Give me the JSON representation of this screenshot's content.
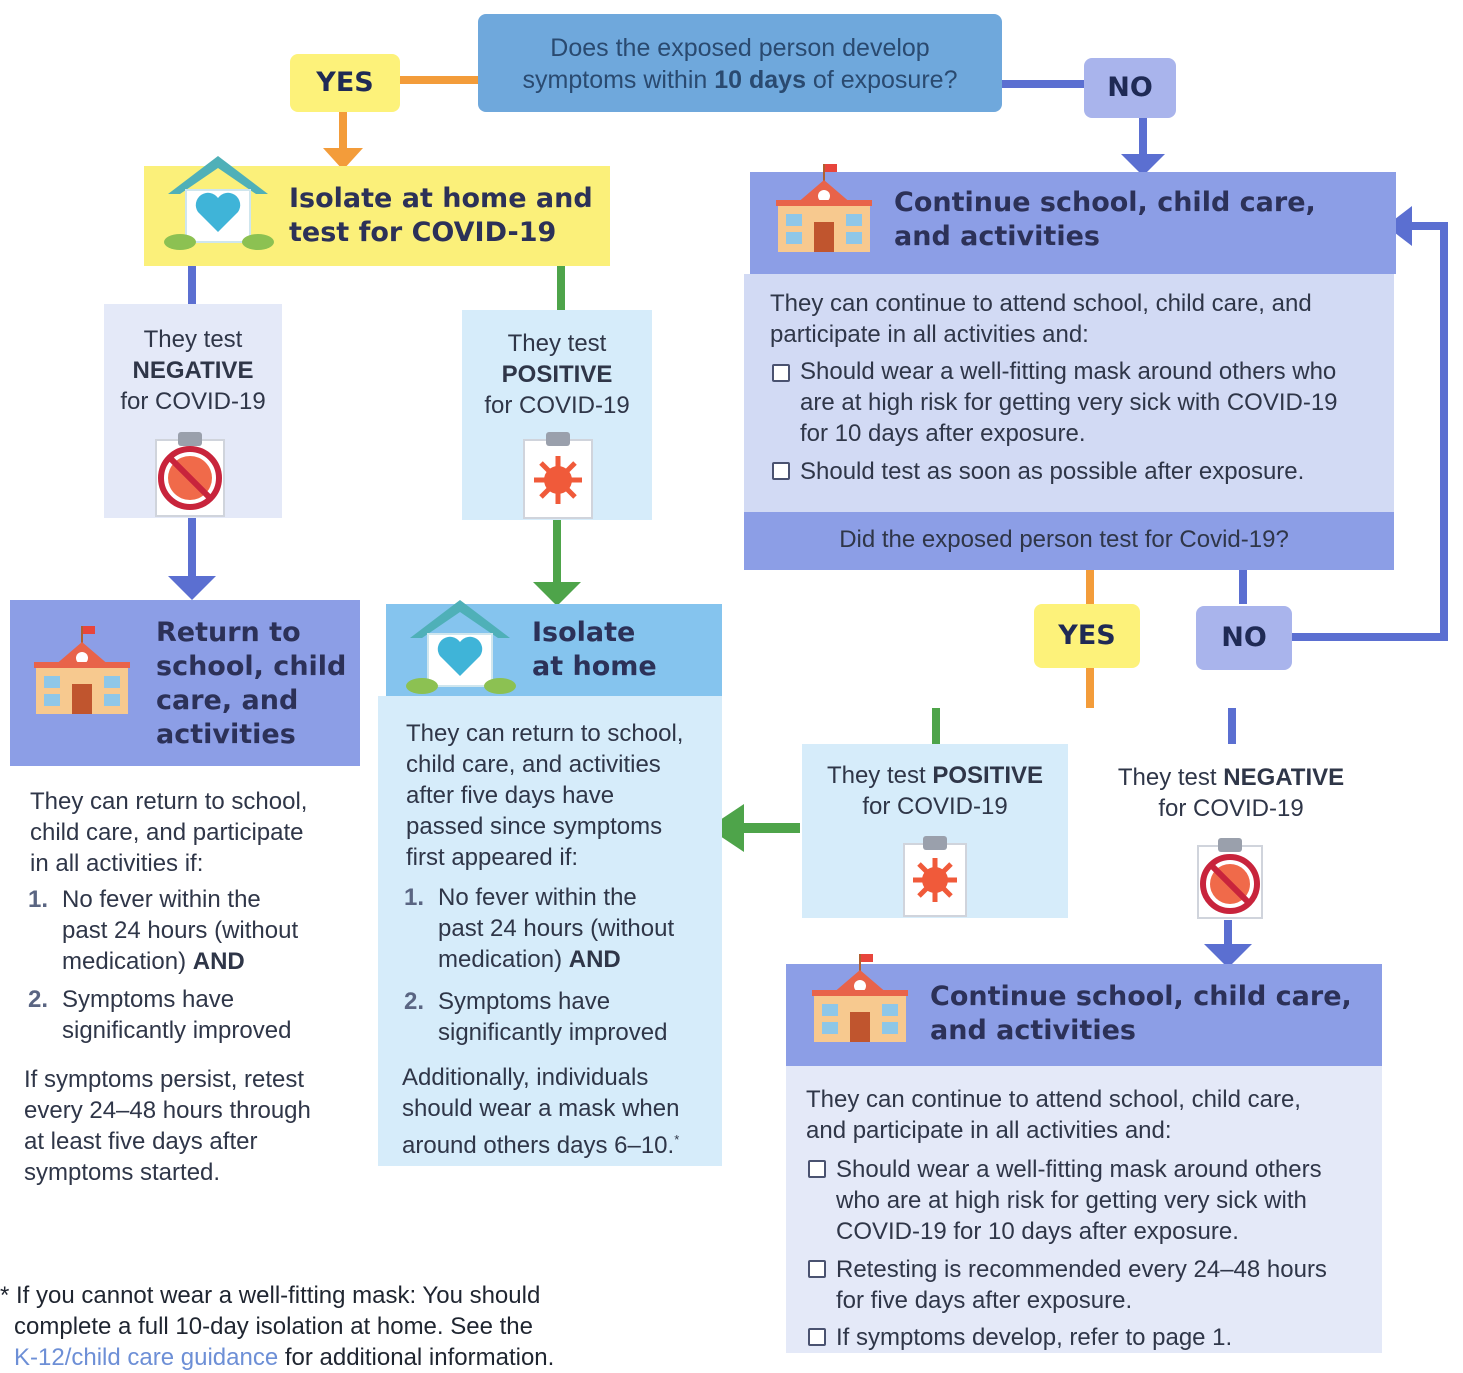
{
  "question": {
    "line1": "Does the exposed person develop",
    "line2_pre": "symptoms within ",
    "line2_bold": "10 days",
    "line2_post": " of exposure?"
  },
  "yes_label": "YES",
  "no_label": "NO",
  "isolate_test": {
    "title_line1": "Isolate at home and",
    "title_line2": "test for COVID-19"
  },
  "neg_result": {
    "line1": "They test",
    "line2": "NEGATIVE",
    "line3": "for COVID-19"
  },
  "pos_result": {
    "line1": "They test",
    "line2": "POSITIVE",
    "line3": "for COVID-19"
  },
  "return_box": {
    "title": [
      "Return to",
      "school, child",
      "care, and",
      "activities"
    ],
    "intro": [
      "They can return to school,",
      "child care, and participate",
      "in all activities if:"
    ],
    "item1_num": "1.",
    "item1": [
      "No fever within the",
      "past 24 hours (without"
    ],
    "item1_last": "medication) ",
    "item1_and": "AND",
    "item2_num": "2.",
    "item2": [
      "Symptoms have",
      "significantly improved"
    ],
    "outro": [
      "If symptoms persist, retest",
      "every 24–48 hours through",
      "at least five days after",
      "symptoms started."
    ]
  },
  "isolate_home": {
    "title_line1": "Isolate",
    "title_line2": "at home",
    "intro": [
      "They can return to school,",
      "child care, and activities",
      "after five days have",
      "passed since symptoms",
      "first appeared if:"
    ],
    "item1_num": "1.",
    "item1": [
      "No fever within the",
      "past 24 hours (without"
    ],
    "item1_last": "medication) ",
    "item1_and": "AND",
    "item2_num": "2.",
    "item2": [
      "Symptoms have",
      "significantly improved"
    ],
    "outro": [
      "Additionally, individuals",
      "should wear a mask when",
      "around others days 6–10."
    ],
    "outro_mark": "*"
  },
  "continue_top": {
    "title_line1": "Continue school, child care,",
    "title_line2": "and activities",
    "intro": [
      "They can continue to attend school, child care, and",
      "participate in all activities and:"
    ],
    "check1": [
      "Should wear a well-fitting mask around others who",
      "are at high risk for getting very sick with COVID-19",
      "for 10 days after exposure."
    ],
    "check2": "Should test as soon as possible after exposure.",
    "question": "Did the exposed person test for Covid-19?"
  },
  "right_pos": {
    "pre": "They test ",
    "bold": "POSITIVE",
    "line2": "for COVID-19"
  },
  "right_neg": {
    "pre": "They test ",
    "bold": "NEGATIVE",
    "line2": "for COVID-19"
  },
  "continue_bottom": {
    "title_line1": "Continue school, child care,",
    "title_line2": "and activities",
    "intro": [
      "They can continue to attend school, child care,",
      "and participate in all activities and:"
    ],
    "check1": [
      "Should wear a well-fitting mask around others",
      "who are at high risk for getting very sick with",
      "COVID-19 for 10 days after exposure."
    ],
    "check2": [
      "Retesting is recommended every 24–48 hours",
      "for five days after exposure."
    ],
    "check3": "If symptoms develop, refer to page 1."
  },
  "footnote": {
    "line1": "* If you cannot wear a well-fitting mask: You should",
    "line2": "complete a full 10-day isolation at home. See the",
    "line3_link": "K-12/child care guidance",
    "line3_post": " for additional information."
  },
  "icons": [
    "house-heart-icon",
    "school-icon",
    "clipboard-negative-virus-icon",
    "clipboard-virus-icon"
  ],
  "colors": {
    "yes_yellow": "#fdf27a",
    "no_lavender": "#a9b4ec",
    "question_blue": "#6fa8dc",
    "header_blue": "#8c9ee6",
    "header_cyan": "#85c4ee",
    "arrow_orange": "#f39c3a",
    "arrow_green": "#4ea44a",
    "arrow_blue": "#5b6fd1"
  }
}
